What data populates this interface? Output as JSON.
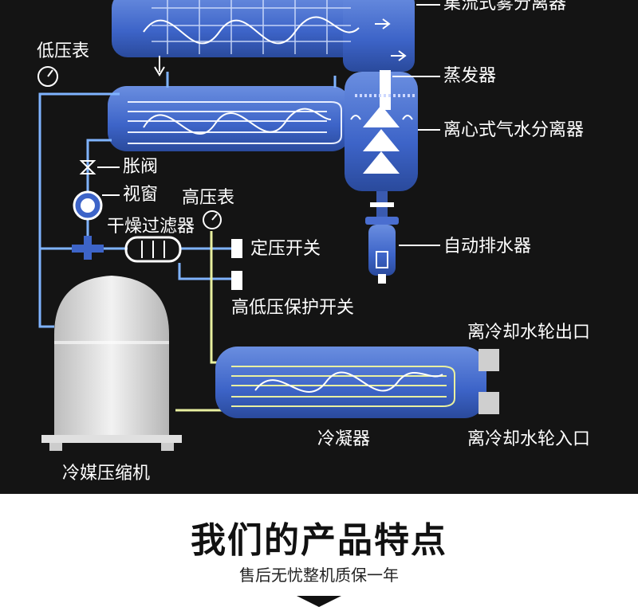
{
  "diagram": {
    "labels": {
      "mist_separator": "集流式雾分离器",
      "evaporator": "蒸发器",
      "centrifugal_separator": "离心式气水分离器",
      "low_pressure_gauge": "低压表",
      "expansion_valve": "胀阀",
      "sight_glass": "视窗",
      "high_pressure_gauge": "高压表",
      "dry_filter": "干燥过滤器",
      "pressure_switch": "定压开关",
      "hl_protection_switch": "高低压保护开关",
      "auto_drain": "自动排水器",
      "cooling_water_outlet": "离冷却水轮出口",
      "condenser": "冷凝器",
      "cooling_water_inlet": "离冷却水轮入口",
      "compressor": "冷媒压缩机"
    }
  },
  "section": {
    "title": "我们的产品特点",
    "subtitle": "售后无忧整机质保一年"
  },
  "colors": {
    "background": "#141414",
    "vessel_blue": "#3d64c8",
    "refrigerant_line": "#7fb3ff",
    "hot_line": "#e9f0a0"
  }
}
